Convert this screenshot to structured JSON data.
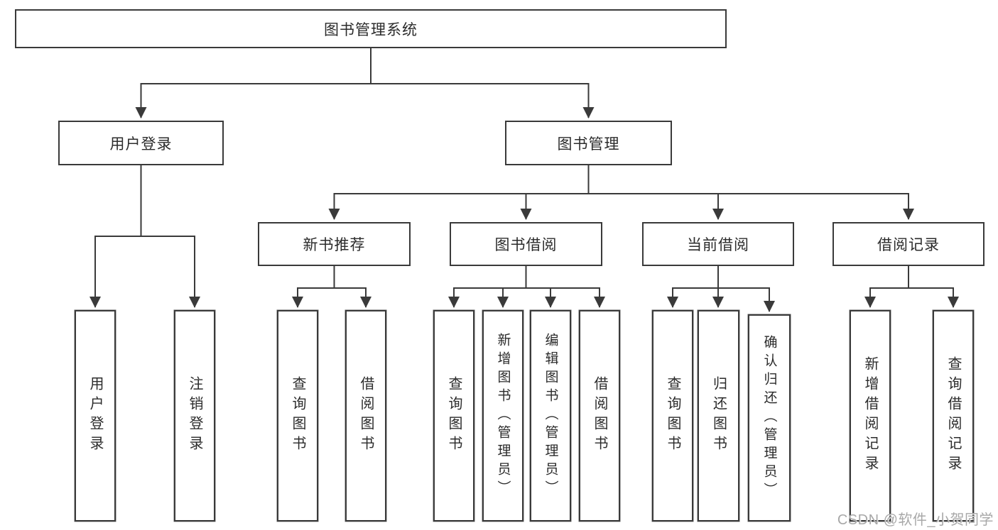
{
  "diagram": {
    "root": {
      "label": "图书管理系统",
      "children": [
        {
          "label": "用户登录",
          "children": [
            {
              "label": "用户登录"
            },
            {
              "label": "注销登录"
            }
          ]
        },
        {
          "label": "图书管理",
          "children": [
            {
              "label": "新书推荐",
              "children": [
                {
                  "label": "查询图书"
                },
                {
                  "label": "借阅图书"
                }
              ]
            },
            {
              "label": "图书借阅",
              "children": [
                {
                  "label": "查询图书"
                },
                {
                  "label": "新增图书（管理员）"
                },
                {
                  "label": "编辑图书（管理员）"
                },
                {
                  "label": "借阅图书"
                }
              ]
            },
            {
              "label": "当前借阅",
              "children": [
                {
                  "label": "查询图书"
                },
                {
                  "label": "归还图书"
                },
                {
                  "label": "确认归还（管理员）"
                }
              ]
            },
            {
              "label": "借阅记录",
              "children": [
                {
                  "label": "新增借阅记录"
                },
                {
                  "label": "查询借阅记录"
                }
              ]
            }
          ]
        }
      ]
    },
    "colors": {
      "line": "#3a3a3a",
      "box_border": "#3a3a3a",
      "text": "#2b2b2b",
      "background": "#ffffff",
      "watermark": "#a8a8a8"
    }
  },
  "watermark": {
    "text": "CSDN @软件_小贺同学"
  }
}
